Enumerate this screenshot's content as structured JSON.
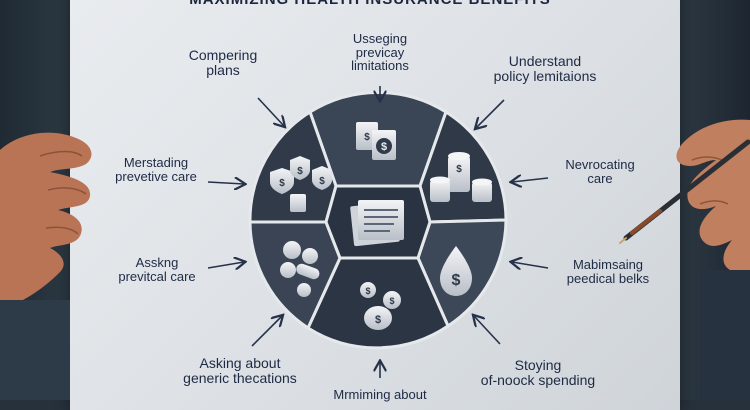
{
  "poster": {
    "title": "MAXIMIZING HEALTH INSURANCE BENEFITS",
    "labels": {
      "top_left": [
        "Compering",
        "plans"
      ],
      "top_center": [
        "Usseging",
        "previcay",
        "limitations"
      ],
      "top_right": [
        "Understand",
        "policy lemitaions"
      ],
      "mid_left": [
        "Merstading",
        "prevetive care"
      ],
      "mid_right": [
        "Nevrocating",
        "care"
      ],
      "lower_left": [
        "Asskng",
        "previtcal care"
      ],
      "lower_right": [
        "Mabimsaing",
        "peedical belks"
      ],
      "bottom_left": [
        "Asking about",
        "generic thecations"
      ],
      "bottom_center": [
        "Mrmiming about"
      ],
      "bottom_right": [
        "Stoying",
        "of-noock spending"
      ]
    }
  },
  "colors": {
    "wheel_dark": "#313c4c",
    "wheel_mid": "#3f4a59",
    "wheel_center": "#2b3442",
    "poster": "#e5e8eb",
    "label_text": "#1e2a44"
  },
  "icons": {
    "top": "dollar-documents-icon",
    "upper_left": "dollar-shields-icon",
    "upper_right": "coin-stacks-icon",
    "center": "documents-icon",
    "lower_left": "pills-icon",
    "lower_right": "dollar-drop-icon",
    "bottom": "money-bag-icon"
  }
}
